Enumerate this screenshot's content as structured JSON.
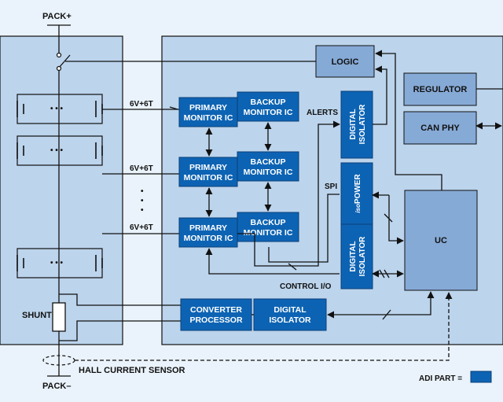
{
  "colors": {
    "background": "#eaf3fb",
    "panel": "#bcd4ec",
    "adi_block": "#0d63b3",
    "adi_block_border": "#0a3f78",
    "other_block": "#86aad6",
    "wire": "#111111"
  },
  "labels": {
    "pack_plus": "PACK+",
    "pack_minus": "PACK–",
    "shunt": "SHUNT",
    "hall_sensor": "HALL CURRENT SENSOR",
    "adi_part": "ADI PART =",
    "alerts": "ALERTS",
    "spi": "SPI",
    "control_io": "CONTROL I/O",
    "six_v_1": "6V+6T",
    "six_v_2": "6V+6T",
    "six_v_3": "6V+6T",
    "ellipsis": "• • •"
  },
  "blocks": {
    "logic": "LOGIC",
    "regulator": "REGULATOR",
    "can_phy": "CAN PHY",
    "uc": "UC",
    "primary_1": [
      "PRIMARY",
      "MONITOR IC"
    ],
    "primary_2": [
      "PRIMARY",
      "MONITOR IC"
    ],
    "primary_3": [
      "PRIMARY",
      "MONITOR IC"
    ],
    "backup_1": [
      "BACKUP",
      "MONITOR IC"
    ],
    "backup_2": [
      "BACKUP",
      "MONITOR IC"
    ],
    "backup_3": [
      "BACKUP",
      "MONITOR IC"
    ],
    "digital_isolator_top": [
      "DIGITAL",
      "ISOLATOR"
    ],
    "digital_isolator_mid": [
      "DIGITAL",
      "ISOLATOR"
    ],
    "ispower": [
      "iso",
      "POWER"
    ],
    "converter": [
      "CONVERTER",
      "PROCESSOR"
    ],
    "digital_isolator_bottom": [
      "DIGITAL",
      "ISOLATOR"
    ]
  }
}
